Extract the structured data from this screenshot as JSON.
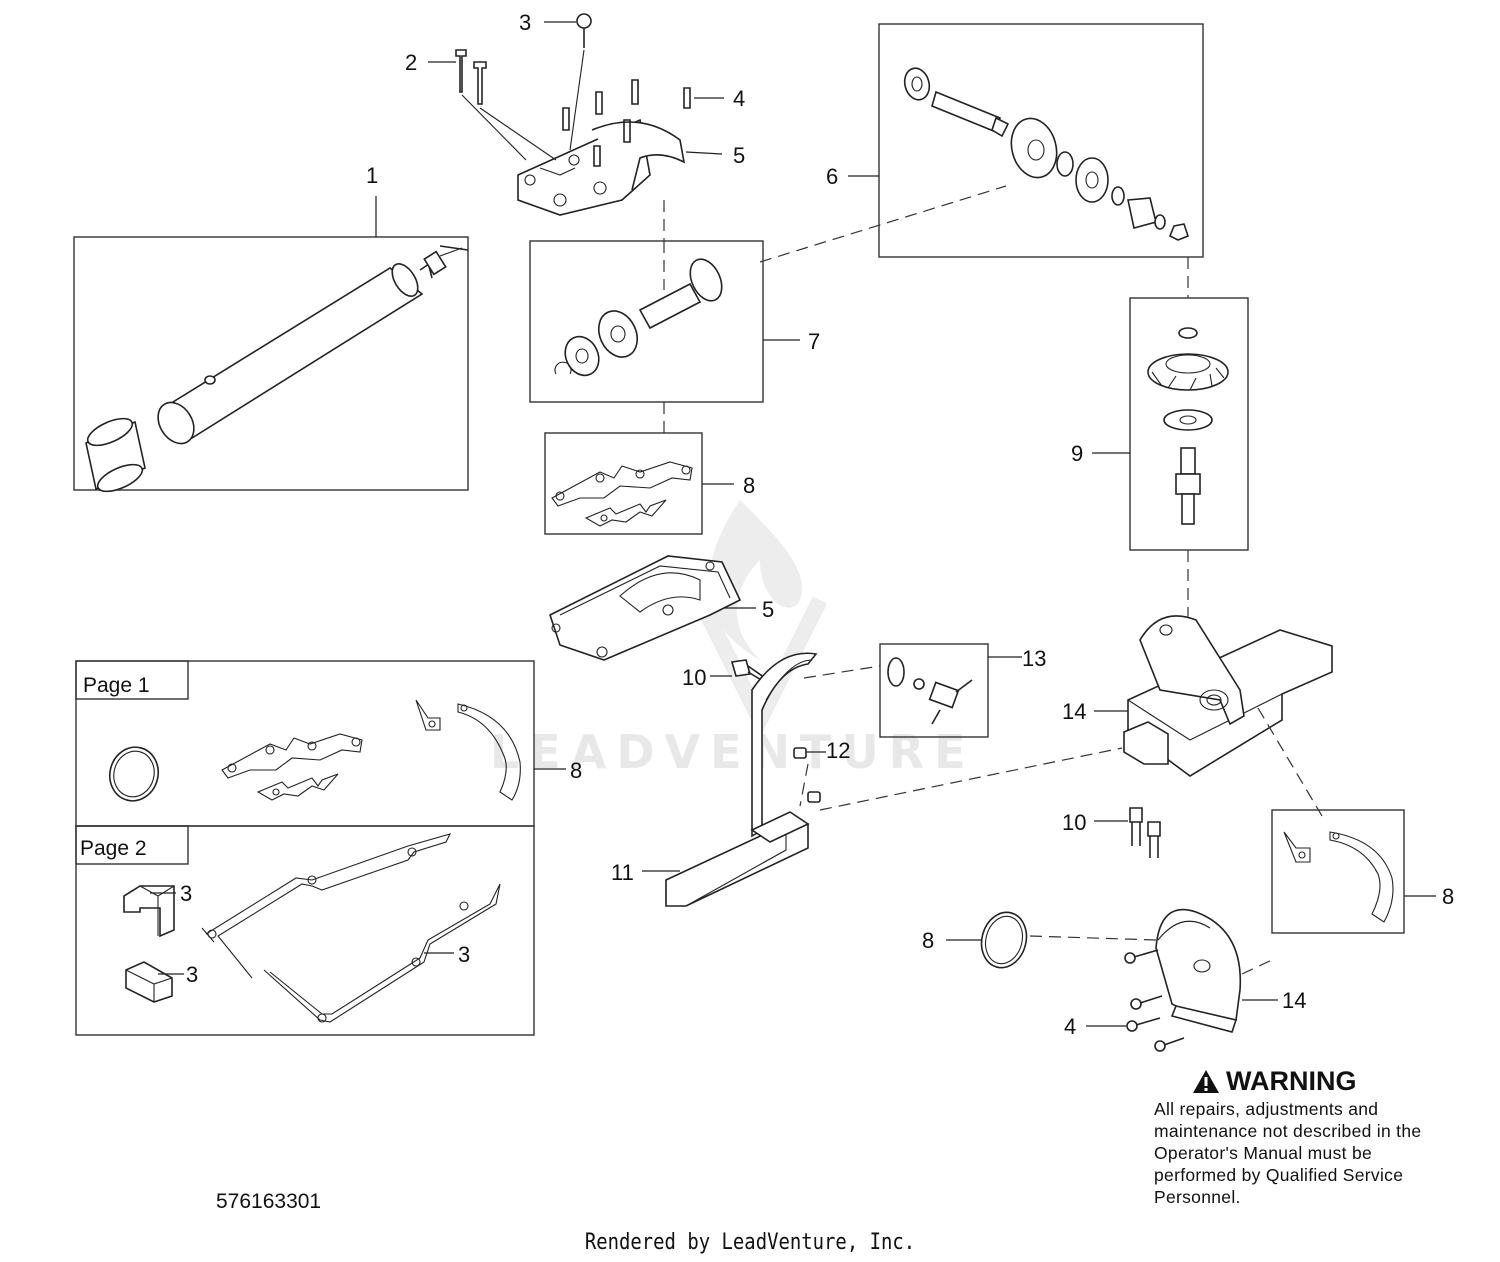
{
  "callouts": {
    "c1": "1",
    "c2": "2",
    "c3": "3",
    "c4": "4",
    "c5_top": "5",
    "c6": "6",
    "c7": "7",
    "c8_a": "8",
    "c9": "9",
    "c5_mid": "5",
    "c10_a": "10",
    "c13": "13",
    "c14_a": "14",
    "c12": "12",
    "c8_b": "8",
    "c10_b": "10",
    "c11": "11",
    "c8_c": "8",
    "c8_d": "8",
    "c14_b": "14",
    "c4_b": "4"
  },
  "kit_panels": {
    "page1_label": "Page 1",
    "page2_label": "Page 2",
    "page2_callouts": [
      "3",
      "3",
      "3"
    ]
  },
  "watermark": "LEADVENTURE",
  "warning": {
    "title": "WARNING",
    "text": "All repairs, adjustments and maintenance not described in the Operator's Manual must be performed by Qualified Service Personnel."
  },
  "part_number": "576163301",
  "footer": "Rendered by LeadVenture, Inc."
}
